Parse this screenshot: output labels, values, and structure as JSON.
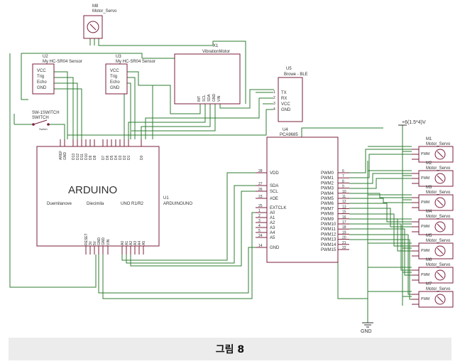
{
  "caption": "그림 8",
  "components": {
    "servo_top": {
      "ref": "M8",
      "value": "Motor_Servo"
    },
    "sensor1": {
      "ref": "U2",
      "value": "My HC-SR04 Sensor",
      "pins": [
        "VCC",
        "Trig",
        "Echo",
        "GND"
      ]
    },
    "sensor2": {
      "ref": "U3",
      "value": "My HC-SR04 Sensor",
      "pins": [
        "VCC",
        "Trig",
        "Echo",
        "GND"
      ]
    },
    "vibration": {
      "ref": "X1",
      "value": "VibrationMotor",
      "pins": [
        "INT",
        "SCL",
        "SDA",
        "GND",
        "VIN"
      ]
    },
    "ble": {
      "ref": "U5",
      "value": "Browe - BLE",
      "pins": [
        "TX",
        "RX",
        "VCC",
        "GND"
      ],
      "pin_numbers": [
        "1",
        "2",
        "3",
        "4"
      ]
    },
    "switch": {
      "ref": "SW-1SWITCH",
      "value": "SWITCH",
      "small": "Switch"
    },
    "arduino": {
      "ref": "U1",
      "value": "ARDUINOUNO",
      "title": "ARDUINO",
      "variants": [
        "Duemilanove",
        "Diecimila",
        "UNO R1/R2"
      ],
      "top_pins": [
        "AREF",
        "GND",
        "D13",
        "D12",
        "D11",
        "D10",
        "D9",
        "D8",
        "D7",
        "D6",
        "D5",
        "D4",
        "D3",
        "D2",
        "D1",
        "D0"
      ],
      "bottom_pins": [
        "RESET",
        "3V",
        "5V",
        "GND",
        "GND",
        "VIN",
        "A0",
        "A1",
        "A2",
        "A3",
        "A4",
        "A5"
      ]
    },
    "pca": {
      "ref": "U4",
      "value": "PCA9685",
      "left_pins": [
        "VDD",
        "SDA",
        "SCL",
        "#OE",
        "EXTCLK",
        "A0",
        "A1",
        "A2",
        "A3",
        "A4",
        "A5",
        "GND"
      ],
      "left_numbers": [
        "28",
        "27",
        "26",
        "23",
        "25",
        "1",
        "2",
        "3",
        "4",
        "5",
        "24",
        "14"
      ],
      "right_pins": [
        "PWM0",
        "PWM1",
        "PWM2",
        "PWM3",
        "PWM4",
        "PWM5",
        "PWM6",
        "PWM7",
        "PWM8",
        "PWM9",
        "PWM10",
        "PWM11",
        "PWM12",
        "PWM13",
        "PWM14",
        "PWM15"
      ],
      "right_numbers": [
        "6",
        "7",
        "8",
        "9",
        "10",
        "11",
        "12",
        "13",
        "15",
        "16",
        "17",
        "18",
        "19",
        "20",
        "21",
        "22"
      ]
    },
    "power": "+6(1.5*4)V",
    "ground": "GND",
    "servos": [
      {
        "ref": "M1",
        "value": "Motor_Servo"
      },
      {
        "ref": "M2",
        "value": "Motor_Servo"
      },
      {
        "ref": "M3",
        "value": "Motor_Servo"
      },
      {
        "ref": "M4",
        "value": "Motor_Servo"
      },
      {
        "ref": "M5",
        "value": "Motor_Servo"
      },
      {
        "ref": "M6",
        "value": "Motor_Servo"
      },
      {
        "ref": "M7",
        "value": "Motor_Servo"
      }
    ],
    "servo_pin_label": "PWM"
  },
  "colors": {
    "wire": "#2e7d32",
    "part": "#7b1f3a",
    "ink": "#333333",
    "caption_bg": "#ececec"
  }
}
